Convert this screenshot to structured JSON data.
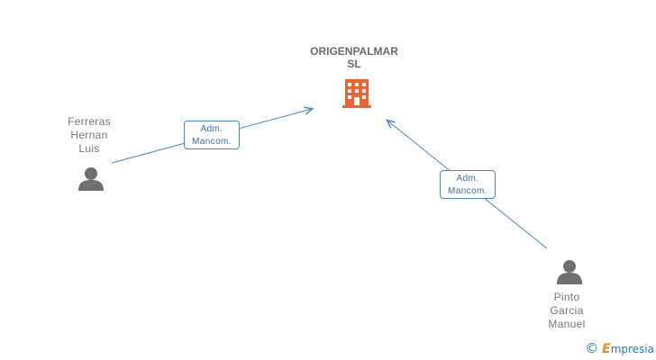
{
  "company": {
    "name_line1": "ORIGENPALMAR",
    "name_line2": "SL"
  },
  "people": [
    {
      "line1": "Ferreras",
      "line2": "Hernan",
      "line3": "Luis"
    },
    {
      "line1": "Pinto",
      "line2": "Garcia",
      "line3": "Manuel"
    }
  ],
  "edges": [
    {
      "role_line1": "Adm.",
      "role_line2": "Mancom."
    },
    {
      "role_line1": "Adm.",
      "role_line2": "Mancom."
    }
  ],
  "colors": {
    "edge": "#4a86c8",
    "company_icon": "#f26232",
    "person_icon": "#707070"
  },
  "footer": {
    "copyright": "©",
    "brand_initial": "E",
    "brand_rest": "mpresia"
  }
}
